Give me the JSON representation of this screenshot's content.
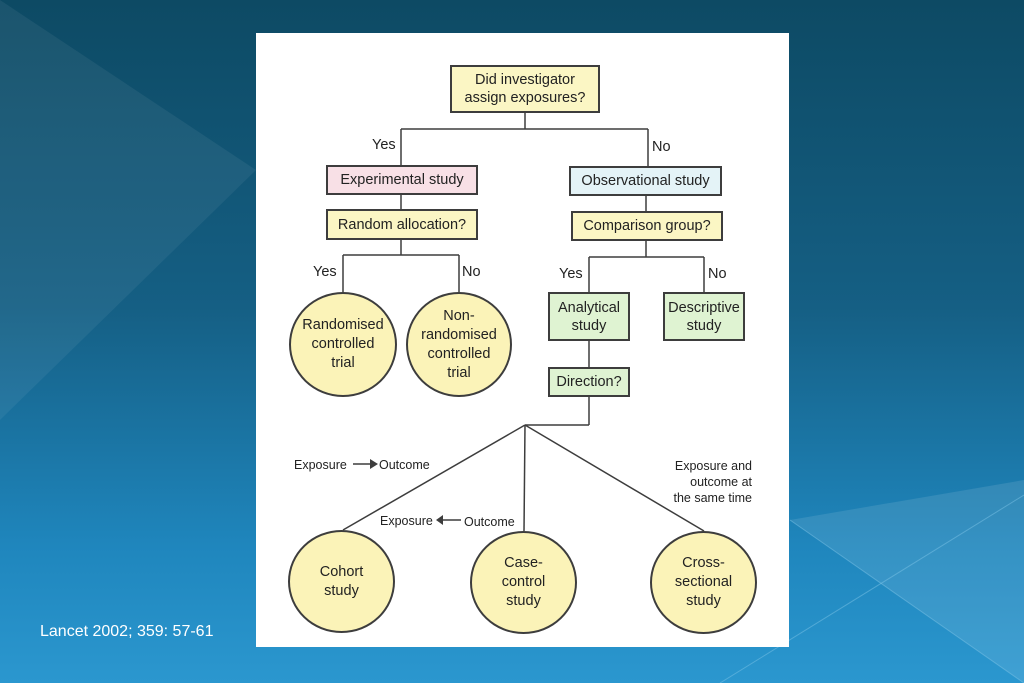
{
  "flowchart": {
    "question_assign": "Did investigator\nassign exposures?",
    "yes_top": "Yes",
    "no_top": "No",
    "experimental": "Experimental study",
    "observational": "Observational study",
    "random_allocation": "Random allocation?",
    "comparison_group": "Comparison group?",
    "yes_random": "Yes",
    "no_random": "No",
    "yes_comparison": "Yes",
    "no_comparison": "No",
    "rct": "Randomised\ncontrolled\ntrial",
    "non_rct": "Non-\nrandomised\ncontrolled\ntrial",
    "analytical": "Analytical\nstudy",
    "descriptive": "Descriptive\nstudy",
    "direction": "Direction?",
    "cohort_label_exposure": "Exposure",
    "cohort_label_outcome": "Outcome",
    "casecontrol_label_exposure": "Exposure",
    "casecontrol_label_outcome": "Outcome",
    "cross_label": "Exposure and\noutcome at\nthe same time",
    "cohort": "Cohort\nstudy",
    "case_control": "Case-\ncontrol\nstudy",
    "cross_sectional": "Cross-\nsectional\nstudy"
  },
  "citation": "Lancet 2002; 359:  57-61",
  "colors": {
    "background_top": "#0d4a64",
    "background_bottom": "#2b97cf",
    "box_yellow": "#fbf6c4",
    "box_pink": "#f8e0e6",
    "box_blue": "#e4f3f7",
    "box_green": "#dff3d2",
    "circle_fill": "#fbf3b8"
  }
}
